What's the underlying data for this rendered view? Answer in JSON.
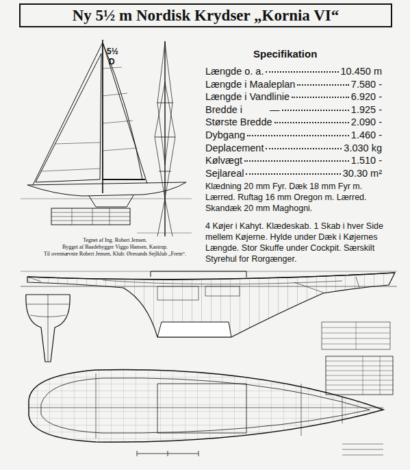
{
  "diagram": {
    "title": "Ny 5½ m Nordisk Krydser „Kornia VI“",
    "labels": [
      "5½",
      "D",
      "Tegnet af Ing. Robert Jensen.",
      "Bygget af Baadebygger Viggo Hansen, Kastrup.",
      "Til ovennævnte Robert Jensen, Klub: Øresunds Sejlklub „Frem“.",
      "Specifikation",
      "Længde o. a.",
      "10.450 m",
      "Længde i Maaleplan",
      "7.580 -",
      "Længde i Vandlinie",
      "6.920 -",
      "Bredde i",
      "—",
      "1.925 -",
      "Største Bredde",
      "2.090 -",
      "Dybgang",
      "1.460 -",
      "Deplacement",
      "3.030 kg",
      "Kølvægt",
      "1.510 -",
      "Sejlareal",
      "30.30 m²",
      "Klædning 20 mm Fyr. Dæk 18 mm Fyr m. Lærred. Ruftag 16 mm Oregon m. Lærred. Skandæk 20 mm Maghogni.",
      "4 Køjer i Kahyt. Klædeskab. 1 Skab i hver Side mellem Køjerne. Hylde under Dæk i Køjernes Længde. Stor Skuffe under Cockpit. Særskilt Styrehul for Rorgænger."
    ]
  }
}
